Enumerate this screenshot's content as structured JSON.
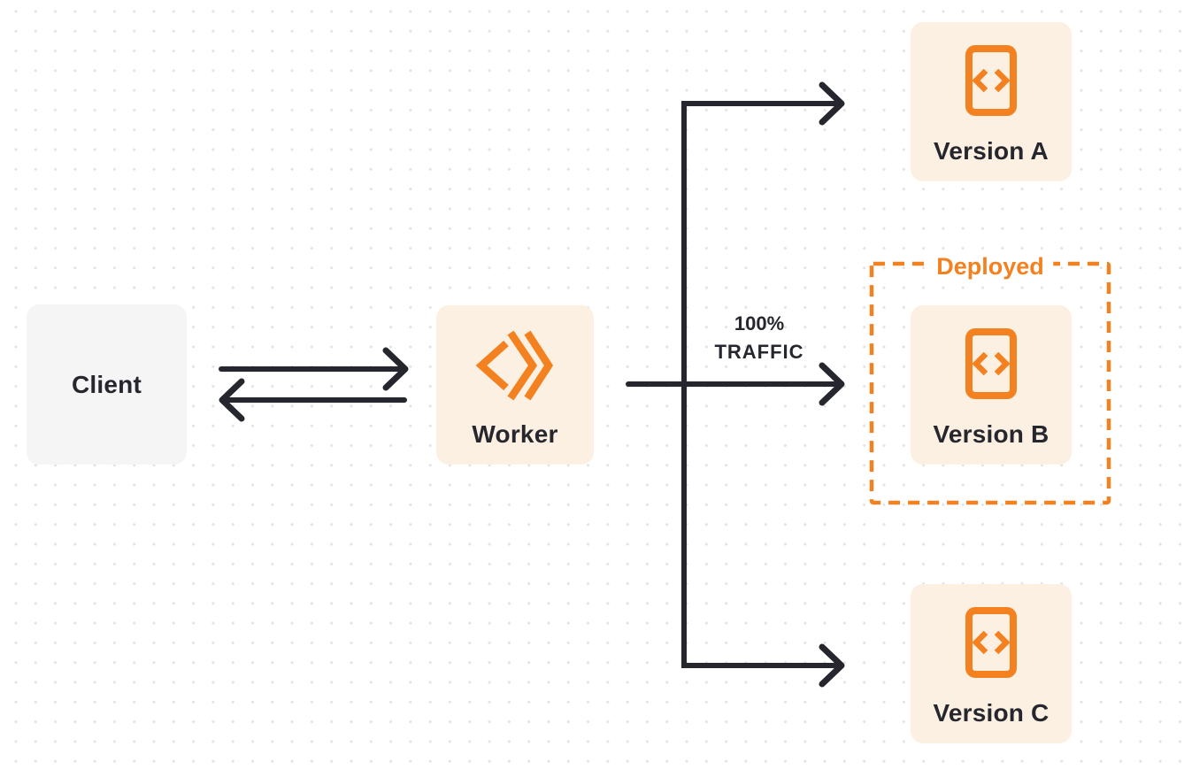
{
  "nodes": {
    "client": {
      "label": "Client"
    },
    "worker": {
      "label": "Worker"
    },
    "versions": [
      {
        "label": "Version A",
        "deployed": false
      },
      {
        "label": "Version B",
        "deployed": true
      },
      {
        "label": "Version C",
        "deployed": false
      }
    ]
  },
  "annotations": {
    "deployed_label": "Deployed",
    "traffic_percent": "100%",
    "traffic_word": "TRAFFIC"
  },
  "icons": {
    "worker_icon": "cloudflare-workers-logo",
    "version_icon": "code-file"
  },
  "colors": {
    "accent_orange": "#F48120",
    "version_node_fill": "#FCF0E2",
    "client_node_fill": "#F5F5F6",
    "arrow_dark": "#26272E",
    "dot_grid": "#E3E3E3",
    "background": "#FFFFFF"
  }
}
